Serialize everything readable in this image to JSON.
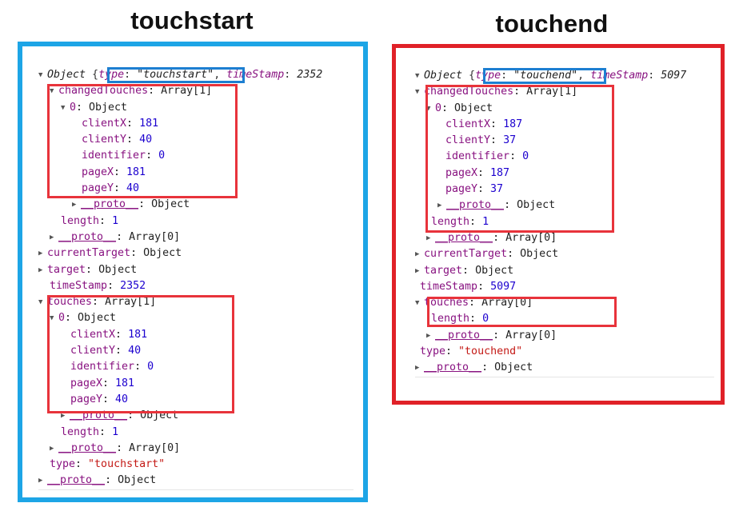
{
  "headings": {
    "start": "touchstart",
    "end": "touchend"
  },
  "common": {
    "object": "Object",
    "array1": "Array[1]",
    "array0": "Array[0]",
    "k_type": "type",
    "k_timeStamp": "timeStamp",
    "k_changedTouches": "changedTouches",
    "k_touches": "touches",
    "k_zero": "0",
    "k_clientX": "clientX",
    "k_clientY": "clientY",
    "k_identifier": "identifier",
    "k_pageX": "pageX",
    "k_pageY": "pageY",
    "k_proto": "__proto__",
    "k_length": "length",
    "k_currentTarget": "currentTarget",
    "k_target": "target",
    "v_one": "1",
    "v_zero": "0"
  },
  "start": {
    "summary_type": "\"touchstart\"",
    "summary_ts": "2352",
    "clientX": "181",
    "clientY": "40",
    "identifier": "0",
    "pageX": "181",
    "pageY": "40",
    "timeStamp": "2352",
    "type_value": "\"touchstart\""
  },
  "end": {
    "summary_type": "\"touchend\"",
    "summary_ts": "5097",
    "clientX": "187",
    "clientY": "37",
    "identifier": "0",
    "pageX": "187",
    "pageY": "37",
    "timeStamp": "5097",
    "type_value": "\"touchend\""
  }
}
